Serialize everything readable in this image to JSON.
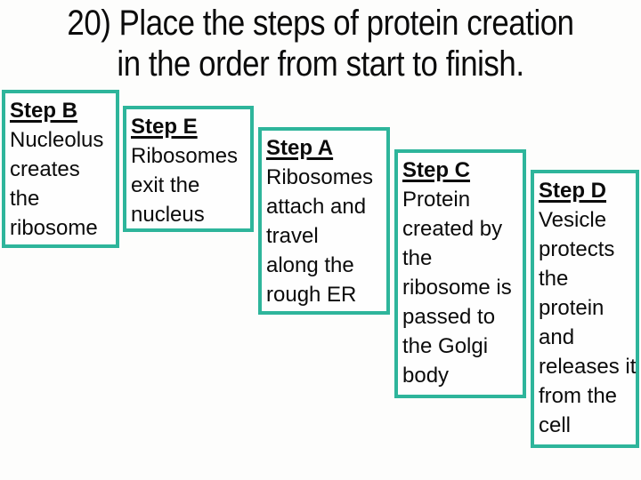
{
  "title": {
    "line1": "20) Place the steps of protein creation",
    "line2": "in the order from start to finish."
  },
  "colors": {
    "box_border": "#2eb59b",
    "text": "#0b0b0b",
    "background": "#fdfdfc"
  },
  "boxes": [
    {
      "id": "B",
      "heading": "Step B",
      "lines": [
        "Nucleolus",
        "creates",
        "the",
        "ribosome"
      ]
    },
    {
      "id": "E",
      "heading": "Step E",
      "lines": [
        "Ribosomes",
        "exit the",
        "nucleus"
      ]
    },
    {
      "id": "A",
      "heading": "Step A",
      "lines": [
        "Ribosomes",
        "attach and",
        "travel",
        "along the",
        "rough ER"
      ]
    },
    {
      "id": "C",
      "heading": "Step C",
      "lines": [
        "Protein",
        "created by",
        "the",
        "ribosome is",
        "passed to",
        "the Golgi",
        "body"
      ]
    },
    {
      "id": "D",
      "heading": "Step D",
      "lines": [
        "Vesicle",
        "protects",
        "the",
        "protein",
        "and",
        "releases it",
        "from the",
        "cell"
      ]
    }
  ]
}
